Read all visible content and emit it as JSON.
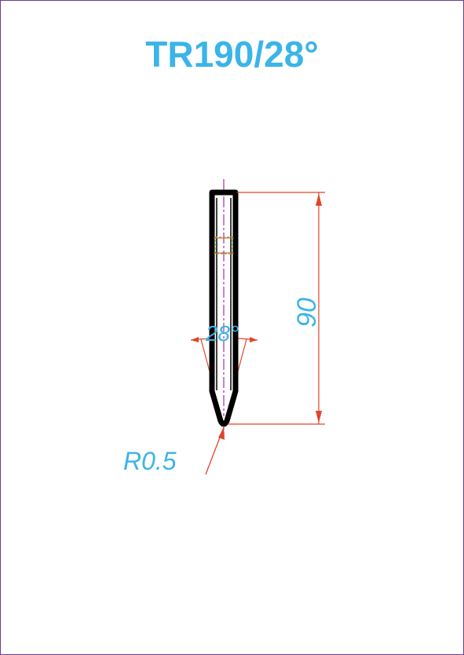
{
  "title": "TR190/28°",
  "dimensions": {
    "height_label": "90",
    "angle_label": "28°",
    "radius_label": "R0.5"
  },
  "colors": {
    "frame": "#6a3d8f",
    "title": "#3bb4e8",
    "tool_outline": "#000000",
    "dimension_line": "#e0452b",
    "centerline": "#b04fb0",
    "marker": "#7ac943"
  }
}
